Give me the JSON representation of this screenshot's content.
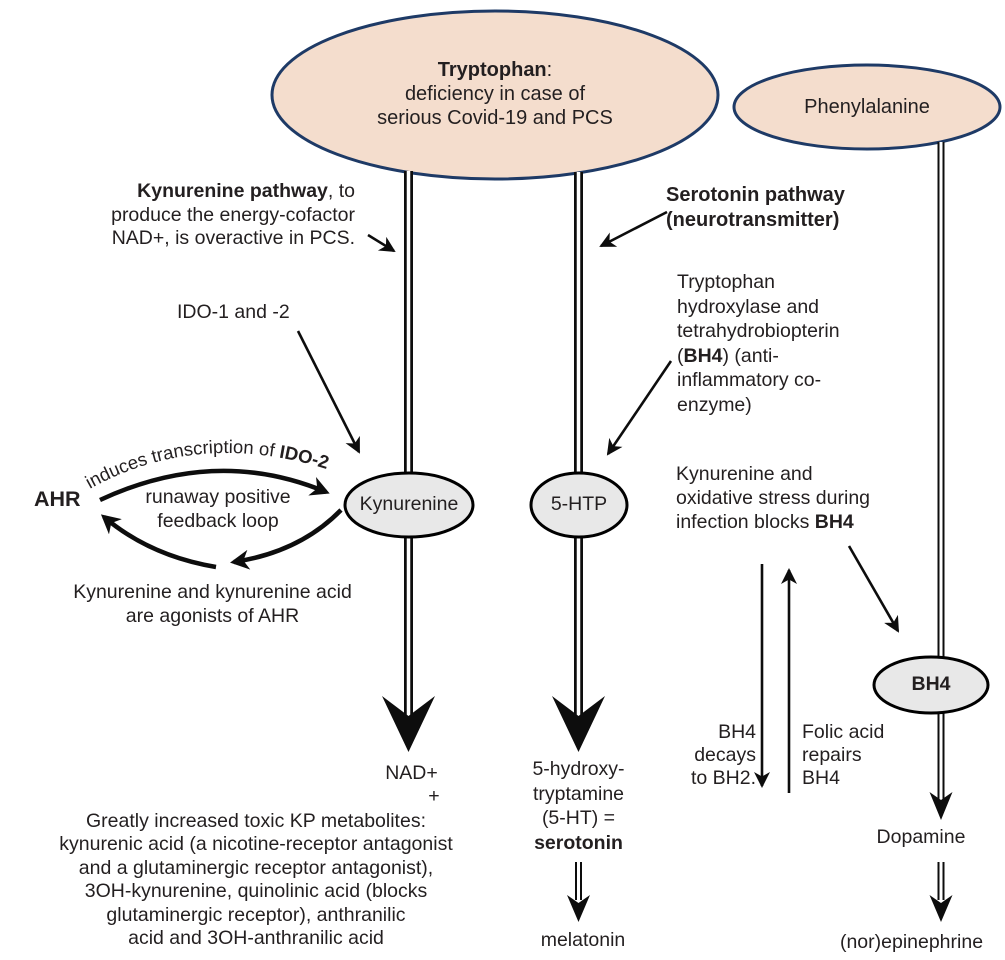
{
  "colors": {
    "node_fill": "#f4ddcd",
    "node_border": "#1e3a66",
    "process_fill": "#e8e8e8",
    "process_border": "#000000",
    "text": "#231f20",
    "line": "#0d0d0d"
  },
  "nodes": {
    "tryptophan": {
      "bold": "Tryptophan",
      "rest": ":",
      "line2": "deficiency in case of",
      "line3": "serious Covid-19 and PCS"
    },
    "phenylalanine": {
      "label": "Phenylalanine"
    },
    "kynurenine": {
      "label": "Kynurenine"
    },
    "five_htp": {
      "label": "5-HTP"
    },
    "bh4": {
      "label": "BH4"
    }
  },
  "annotations": {
    "kyn_pathway": {
      "bold": "Kynurenine pathway",
      "rest": ", to",
      "line2": "produce the energy-cofactor",
      "line3": "NAD+, is overactive in PCS."
    },
    "sero_pathway": {
      "line1": "Serotonin pathway",
      "line2": "(neurotransmitter)"
    },
    "ido": {
      "label": "IDO-1 and -2"
    },
    "trp_hydroxylase": {
      "line1": "Tryptophan",
      "line2": "hydroxylase and",
      "line3": "tetrahydrobiopterin",
      "line4_pre": "(",
      "line4_bold": "BH4",
      "line4_post": ") (anti-",
      "line5": "inflammatory co-",
      "line6": "enzyme)"
    },
    "kyn_ox": {
      "line1": "Kynurenine and",
      "line2": "oxidative stress during",
      "line3_pre": "infection blocks ",
      "line3_bold": "BH4"
    },
    "ahr": {
      "label": "AHR"
    },
    "arc_text": {
      "regular": "induces transcription of ",
      "bold": "IDO-2"
    },
    "runaway": {
      "text": "runaway positive\nfeedback loop"
    },
    "agonists": {
      "text": "Kynurenine and kynurenine acid\nare agonists of AHR"
    },
    "bh4_decay": {
      "text": "BH4\ndecays\nto BH2."
    },
    "folic_acid": {
      "text": "Folic acid\nrepairs\nBH4"
    }
  },
  "outputs": {
    "nad": {
      "label": "NAD+",
      "plus": "+"
    },
    "kp_metabolites": {
      "text": "Greatly increased toxic KP metabolites:\nkynurenic acid (a nicotine-receptor antagonist\nand a glutaminergic receptor antagonist),\n3OH-kynurenine, quinolinic acid (blocks\nglutaminergic receptor), anthranilic\nacid and 3OH-anthranilic acid"
    },
    "serotonin": {
      "lines": "5-hydroxy-\ntryptamine\n(5-HT) =",
      "bold": "serotonin"
    },
    "melatonin": {
      "label": "melatonin"
    },
    "dopamine": {
      "label": "Dopamine"
    },
    "norepinephrine": {
      "label": "(nor)epinephrine"
    }
  }
}
